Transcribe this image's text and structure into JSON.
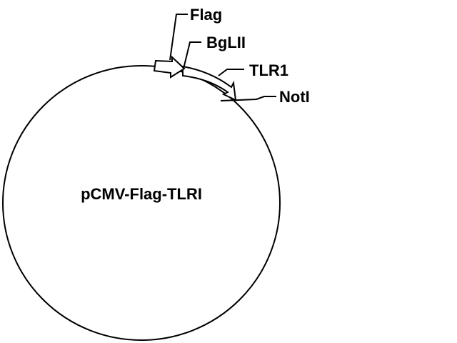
{
  "plasmid": {
    "name": "pCMV-Flag-TLRI"
  },
  "features": {
    "flag": "Flag",
    "bglii": "BgLII",
    "tlr1": "TLR1",
    "noti": "NotI"
  },
  "colors": {
    "line": "#000000",
    "fill": "#ffffff"
  }
}
